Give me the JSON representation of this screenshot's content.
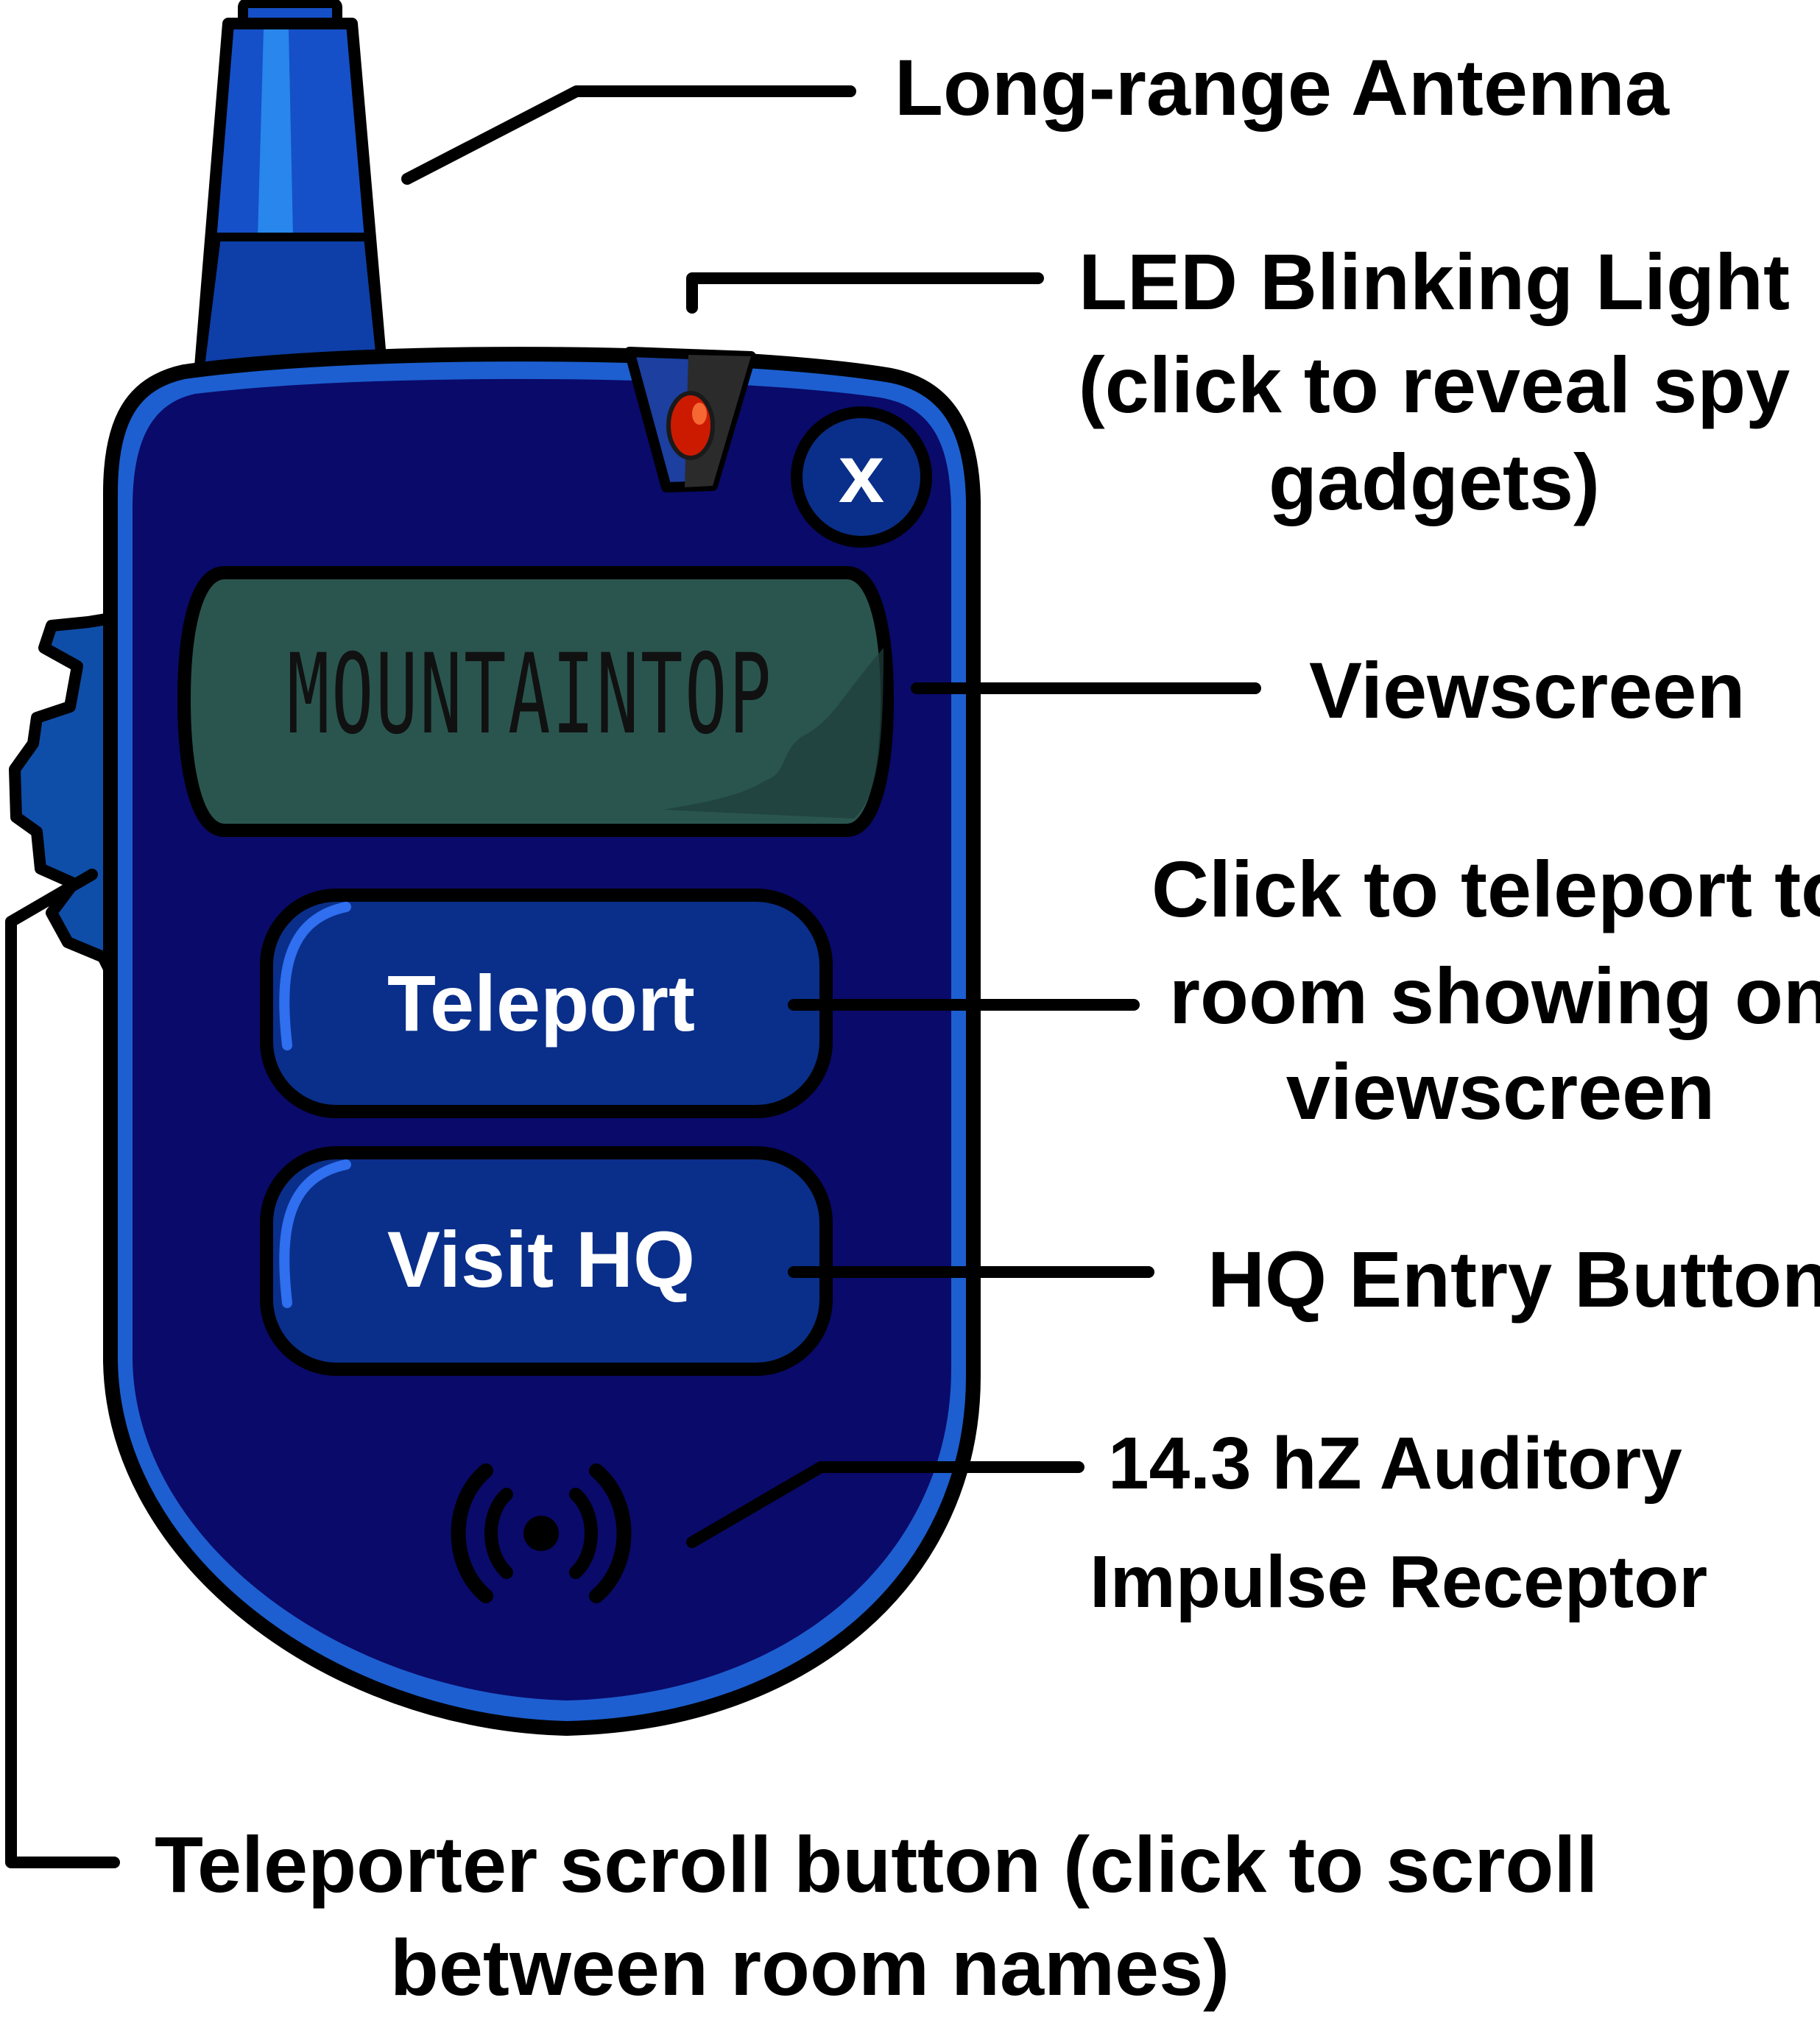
{
  "device": {
    "viewscreen_text": "MOUNTAINTOP",
    "teleport_button_label": "Teleport",
    "visit_hq_button_label": "Visit HQ",
    "close_button_label": "x",
    "colors": {
      "body": "#0a0a6a",
      "rim": "#1d5fd0",
      "screen": "#2a554f",
      "button": "#0a2f8a",
      "antenna": "#1550c8",
      "led": "#cc1a00"
    }
  },
  "callouts": {
    "antenna": "Long-range Antenna",
    "led_line1": "LED Blinking Light",
    "led_line2": "(click to reveal spy",
    "led_line3": "gadgets)",
    "viewscreen": "Viewscreen",
    "teleport_line1": "Click to teleport to",
    "teleport_line2": "room showing on",
    "teleport_line3": "viewscreen",
    "hq_entry": "HQ Entry Button",
    "receptor_line1": "14.3 hZ Auditory",
    "receptor_line2": "Impulse Receptor",
    "scroll_line1": "Teleporter scroll button (click to scroll",
    "scroll_line2": "between room names)"
  }
}
